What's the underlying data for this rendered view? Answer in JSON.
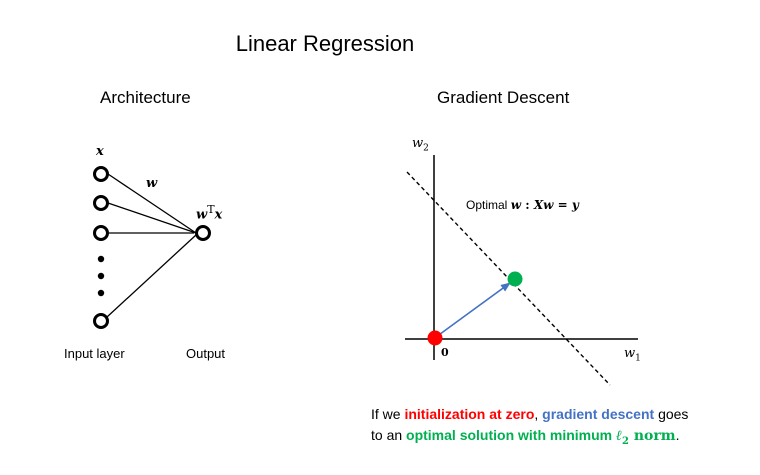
{
  "title": "Linear Regression",
  "architecture": {
    "heading": "Architecture",
    "input_var": "x",
    "weight_var": "w",
    "output_expr_base": "w",
    "output_expr_sup": "T",
    "output_expr_var": "x",
    "input_layer_label": "Input layer",
    "output_label": "Output"
  },
  "gradient_descent": {
    "heading": "Gradient Descent",
    "axis_w2_base": "w",
    "axis_w2_sub": "2",
    "axis_w1_base": "w",
    "axis_w1_sub": "1",
    "origin_label": "0",
    "optimal_prefix": "Optimal ",
    "optimal_w": "w",
    "optimal_colon": " : ",
    "optimal_X": "X",
    "optimal_w2": "w",
    "optimal_eq": " = ",
    "optimal_y": "y"
  },
  "caption": {
    "line1_a": "If we ",
    "line1_red": "initialization at zero",
    "line1_b": ", ",
    "line1_blue": "gradient descent",
    "line1_c": " goes",
    "line2_a": "to an ",
    "line2_green": "optimal solution with minimum ",
    "line2_norm_l": "ℓ",
    "line2_norm_sub": "2",
    "line2_norm_word": " norm",
    "line2_end": "."
  },
  "colors": {
    "red": "#ff0000",
    "blue": "#4472c4",
    "green": "#00b050"
  }
}
